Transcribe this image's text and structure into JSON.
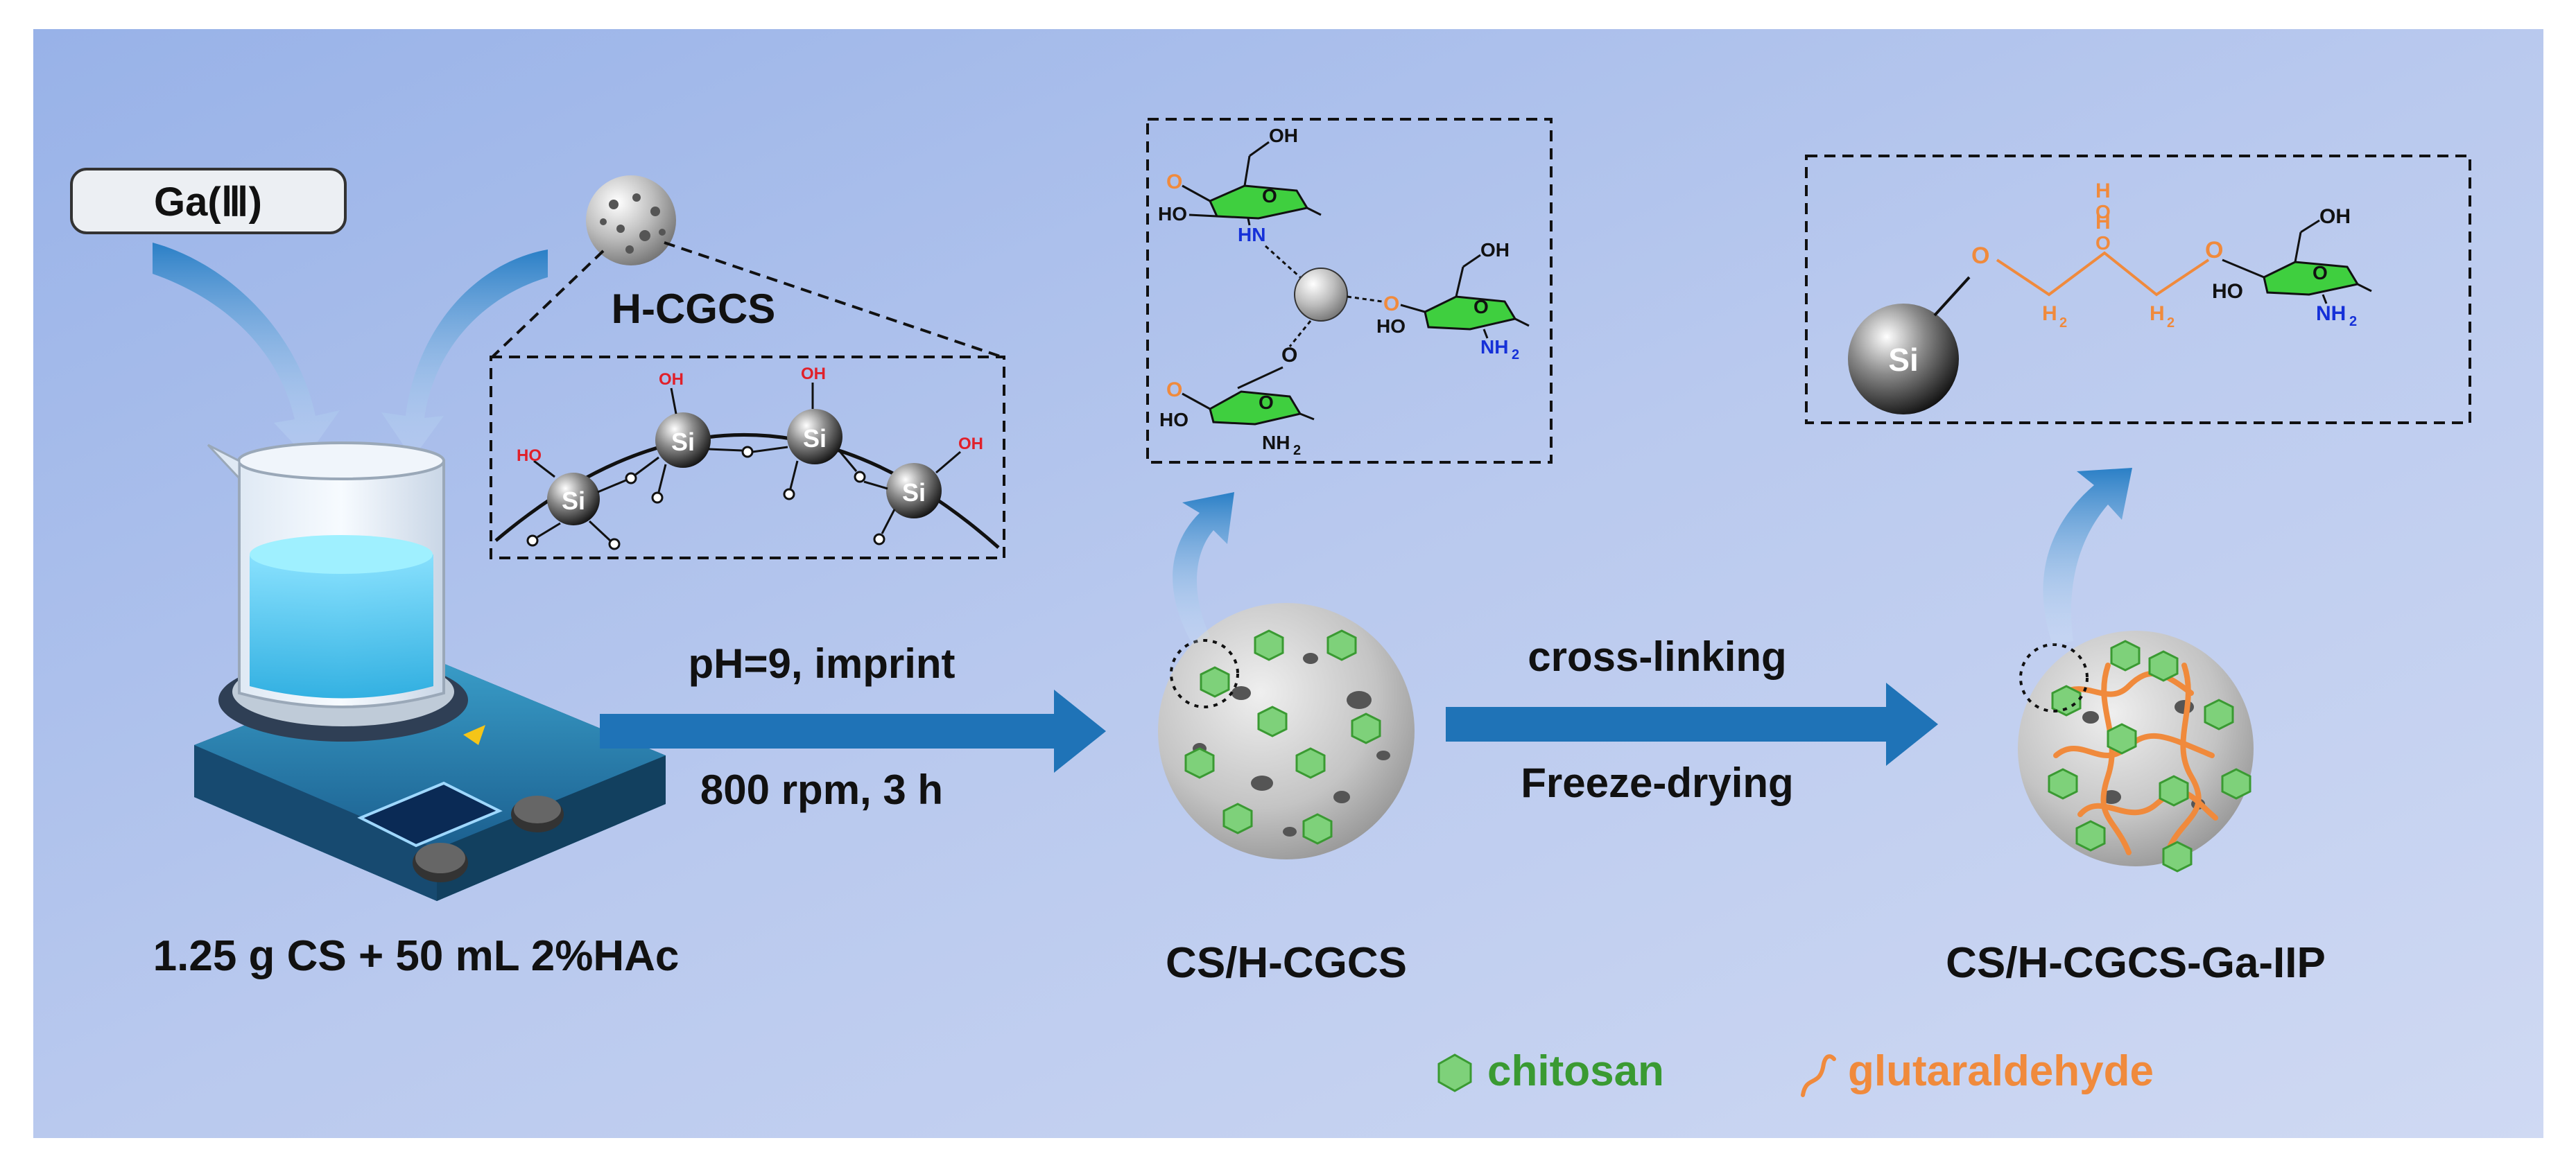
{
  "reagent": {
    "label": "Ga(Ⅲ)"
  },
  "support": {
    "label": "H-CGCS"
  },
  "beaker": {
    "caption": "1.25 g CS + 50 mL 2%HAc"
  },
  "step1": {
    "line1": "pH=9, imprint",
    "line2": "800 rpm, 3 h"
  },
  "step2": {
    "line1": "cross-linking",
    "line2": "Freeze-drying"
  },
  "product1": {
    "label": "CS/H-CGCS"
  },
  "product2": {
    "label": "CS/H-CGCS-Ga-IIP"
  },
  "legend": {
    "chitosan": "chitosan",
    "glutaraldehyde": "glutaraldehyde"
  },
  "chem": {
    "si": "Si",
    "oh": "OH",
    "ho": "HO",
    "o": "O",
    "hn": "HN",
    "nh2": "NH",
    "sub2": "2",
    "ch2": "H",
    "h": "H"
  },
  "colors": {
    "arrow": "#1f73b7",
    "chitosan_fill": "#7ed17a",
    "chitosan_text": "#3a9a32",
    "glutaraldehyde": "#f08a3c",
    "amine": "#1530d8",
    "hydroxyl_red": "#e0202a",
    "sugar_ring": "#3fcf3f"
  }
}
